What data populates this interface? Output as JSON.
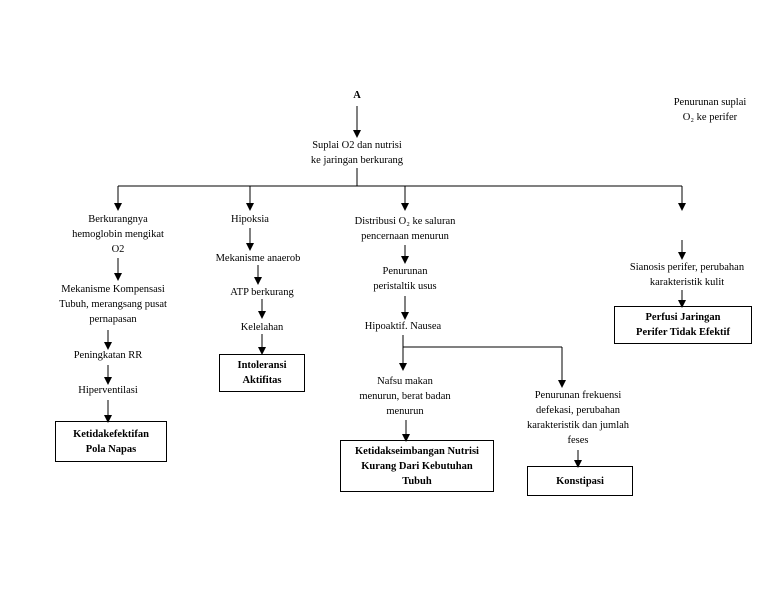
{
  "top_label": "A",
  "side_note": "Penurunan suplai\nO₂ ke perifer",
  "root": "Suplai O2 dan nutrisi\nke jaringan berkurang",
  "branch1": {
    "n1": "Berkurangnya\nhemoglobin mengikat\nO2",
    "n2": "Mekanisme Kompensasi\nTubuh, merangsang pusat\npernapasan",
    "n3": "Peningkatan RR",
    "n4": "Hiperventilasi",
    "dx": "Ketidakefektifan\nPola Napas"
  },
  "branch2": {
    "n1": "Hipoksia",
    "n2": "Mekanisme anaerob",
    "n3": "ATP berkurang",
    "n4": "Kelelahan",
    "dx": "Intoleransi\nAktifitas"
  },
  "branch3": {
    "n1": "Distribusi O₂ ke saluran\npencernaan menurun",
    "n2": "Penurunan\nperistaltik usus",
    "n3": "Hipoaktif. Nausea",
    "left_n": "Nafsu makan\nmenurun, berat badan\nmenurun",
    "left_dx": "Ketidakseimbangan Nutrisi\nKurang Dari Kebutuhan\nTubuh",
    "right_n": "Penurunan frekuensi\ndefekasi, perubahan\nkarakteristik dan jumlah\nfeses",
    "right_dx": "Konstipasi"
  },
  "branch4": {
    "n1": "Sianosis perifer, perubahan\nkarakteristik kulit",
    "dx": "Perfusi Jaringan\nPerifer Tidak Efektif"
  }
}
